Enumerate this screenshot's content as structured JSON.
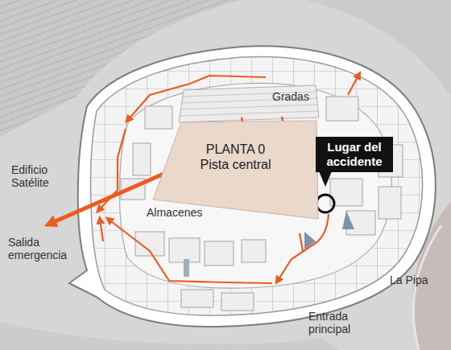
{
  "diagram": {
    "nodes": [
      {
        "text": [
          "PLANTA 0 Pista central"
        ]
      },
      {
        "text": [
          "Lugar del accidente"
        ]
      }
    ],
    "labels": [
      "Gradas",
      "Almacenes",
      "Edificio Satélite",
      "Salida emergencia",
      "La Pipa",
      "Entrada principal"
    ]
  }
}
